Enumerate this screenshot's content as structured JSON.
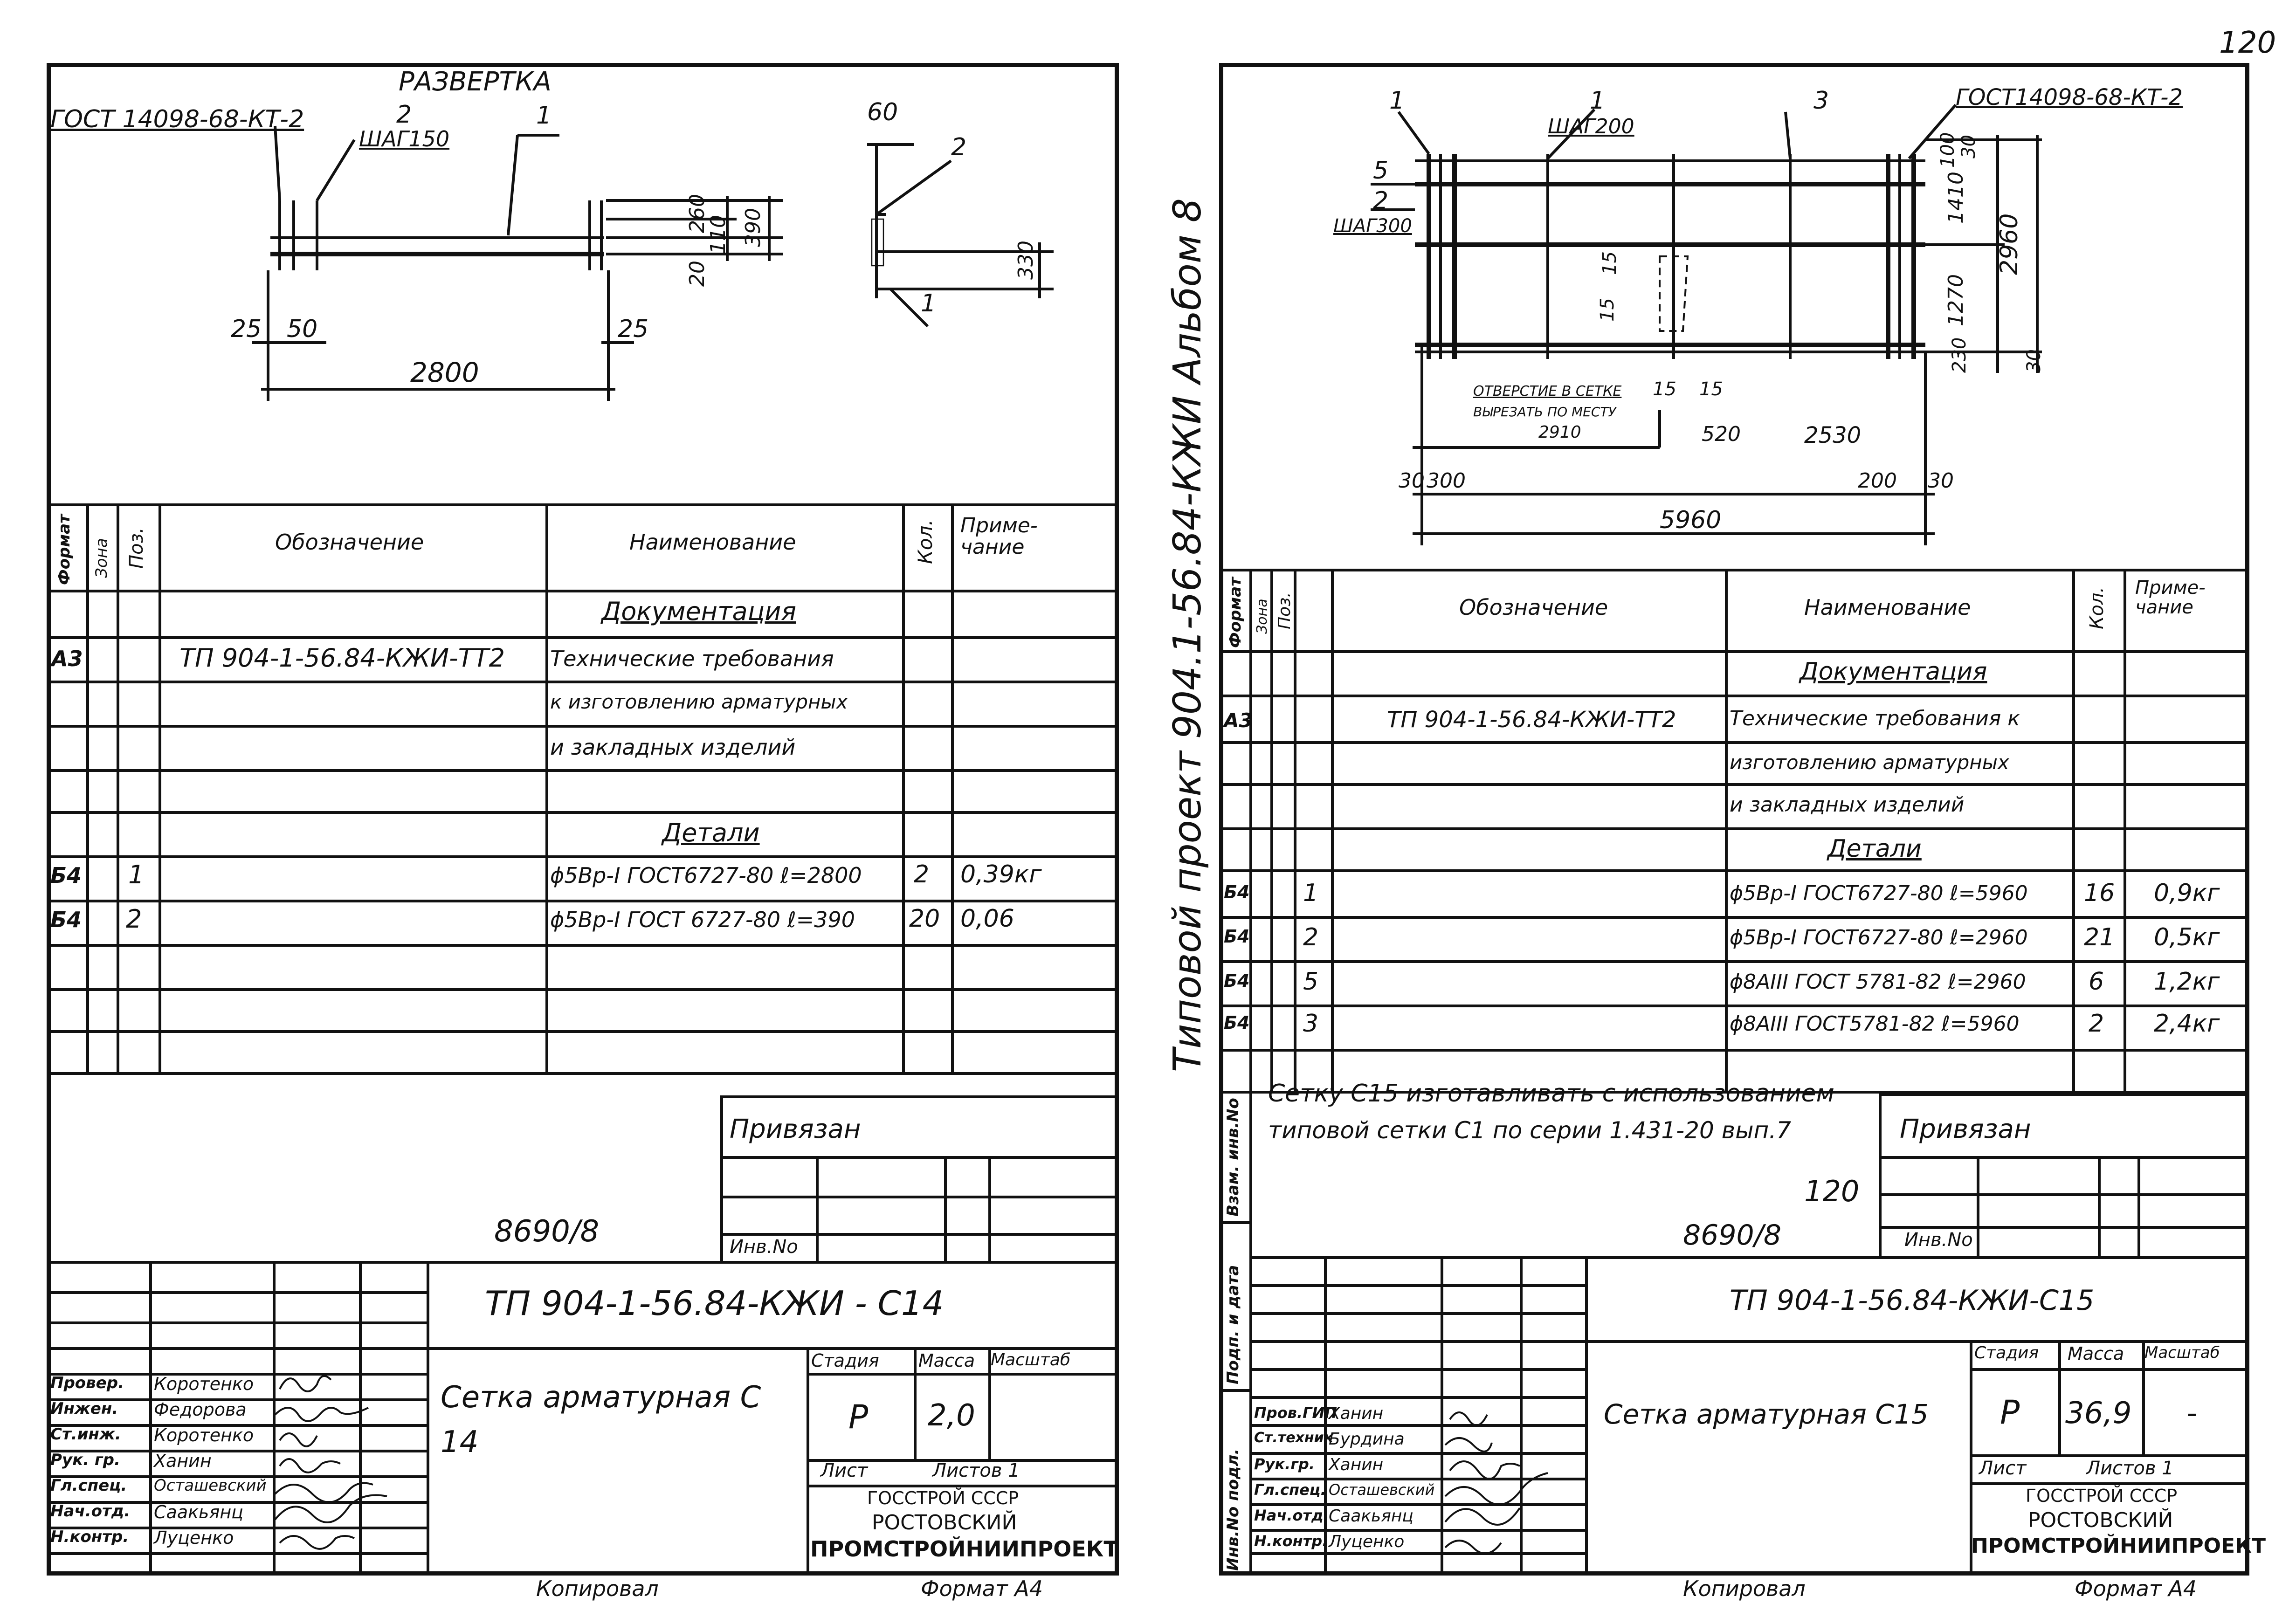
{
  "page_number": "120",
  "left_sheet": {
    "drawing": {
      "title": "РАЗВЕРТКА",
      "gost": "ГОСТ 14098-68-КТ-2",
      "pos2": "2",
      "step": "ШАГ150",
      "pos1": "1",
      "dims": [
        "25",
        "50",
        "2800",
        "25",
        "20",
        "110",
        "260",
        "390"
      ],
      "section": {
        "d60": "60",
        "pos2": "2",
        "d330": "330",
        "pos1": "1"
      }
    },
    "table": {
      "headers": {
        "format": "Формат",
        "zone": "Зона",
        "pos": "Поз.",
        "designation": "Обозначение",
        "name": "Наименование",
        "qty": "Кол.",
        "note": "Приме-чание"
      },
      "section_doc": "Документация",
      "doc_row": {
        "format": "А3",
        "designation": "ТП 904-1-56.84-КЖИ-ТТ2",
        "name_lines": [
          "Технические требования",
          "к изготовлению арматурных",
          "и закладных изделий"
        ]
      },
      "section_details": "Детали",
      "rows": [
        {
          "format": "Б4",
          "pos": "1",
          "name": "ϕ5Вр-I ГОСТ6727-80 ℓ=2800",
          "qty": "2",
          "note": "0,39кг"
        },
        {
          "format": "Б4",
          "pos": "2",
          "name": "ϕ5Вр-I ГОСТ 6727-80 ℓ=390",
          "qty": "20",
          "note": "0,06"
        }
      ]
    },
    "privyazan": "Привязан",
    "inv_no_label": "Инв.No",
    "archive": "8690/8",
    "stamp": {
      "code": "ТП 904-1-56.84-КЖИ - С14",
      "title": "Сетка арматурная С 14",
      "stage_label": "Стадия",
      "mass_label": "Масса",
      "scale_label": "Масштаб",
      "stage": "Р",
      "mass": "2,0",
      "scale": "",
      "sheet_label": "Лист",
      "sheets_label": "Листов 1",
      "org": [
        "ГОССТРОЙ СССР",
        "РОСТОВСКИЙ",
        "ПРОМСТРОЙНИИПРОЕКТ"
      ],
      "people": [
        {
          "role": "Провер.",
          "name": "Коротенко"
        },
        {
          "role": "Инжен.",
          "name": "Федорова"
        },
        {
          "role": "Ст.инж.",
          "name": "Коротенко"
        },
        {
          "role": "Рук. гр.",
          "name": "Ханин"
        },
        {
          "role": "Гл.спец.",
          "name": "Осташевский"
        },
        {
          "role": "Нач.отд.",
          "name": "Саакьянц"
        },
        {
          "role": "Н.контр.",
          "name": "Луценко"
        }
      ]
    },
    "copied": "Копировал",
    "format": "Формат А4"
  },
  "right_sheet": {
    "drawing": {
      "labels": {
        "p1a": "1",
        "p1b": "1",
        "p3": "3",
        "p5": "5",
        "p2": "2",
        "step200": "ШАГ200",
        "step300": "ШАГ300",
        "gost": "ГОСТ14098-68-КТ-2"
      },
      "dims": [
        "100",
        "30",
        "1410",
        "1270",
        "230",
        "30",
        "2960",
        "15",
        "15",
        "15",
        "15",
        "520",
        "2530",
        "30",
        "300",
        "200",
        "30",
        "5960"
      ],
      "hole_note": [
        "ОТВЕРСТИЕ В СЕТКЕ",
        "ВЫРЕЗАТЬ ПО МЕСТУ"
      ],
      "hole_dim": "2910"
    },
    "side_text": "Типовой проект 904.1-56.84-КЖИ Альбом 8",
    "table": {
      "headers": {
        "format": "Формат",
        "zone": "Зона",
        "pos": "Поз.",
        "designation": "Обозначение",
        "name": "Наименование",
        "qty": "Кол.",
        "note": "Приме-чание"
      },
      "section_doc": "Документация",
      "doc_row": {
        "format": "А3",
        "designation": "ТП 904-1-56.84-КЖИ-ТТ2",
        "name_lines": [
          "Технические требования к",
          "изготовлению арматурных",
          "и закладных изделий"
        ]
      },
      "section_details": "Детали",
      "rows": [
        {
          "format": "Б4",
          "pos": "1",
          "name": "ϕ5Вр-I ГОСТ6727-80 ℓ=5960",
          "qty": "16",
          "note": "0,9кг"
        },
        {
          "format": "Б4",
          "pos": "2",
          "name": "ϕ5Вр-I ГОСТ6727-80 ℓ=2960",
          "qty": "21",
          "note": "0,5кг"
        },
        {
          "format": "Б4",
          "pos": "5",
          "name": "ϕ8АIII ГОСТ 5781-82 ℓ=2960",
          "qty": "6",
          "note": "1,2кг"
        },
        {
          "format": "Б4",
          "pos": "3",
          "name": "ϕ8АIII ГОСТ5781-82 ℓ=5960",
          "qty": "2",
          "note": "2,4кг"
        }
      ]
    },
    "note_lines": [
      "Сетку С15 изготавливать с использованием",
      "типовой сетки С1 по серии 1.431-20 вып.7"
    ],
    "privyazan": "Привязан",
    "inv_no_label": "Инв.No",
    "page_ref": "120",
    "archive": "8690/8",
    "side_columns": [
      "Инв.No подл.",
      "Подп. и дата",
      "Взам. инв.No"
    ],
    "stamp": {
      "code": "ТП 904-1-56.84-КЖИ-С15",
      "title": "Сетка арматурная С15",
      "stage_label": "Стадия",
      "mass_label": "Масса",
      "scale_label": "Масштаб",
      "stage": "Р",
      "mass": "36,9",
      "scale": "-",
      "sheet_label": "Лист",
      "sheets_label": "Листов 1",
      "org": [
        "ГОССТРОЙ СССР",
        "РОСТОВСКИЙ",
        "ПРОМСТРОЙНИИПРОЕКТ"
      ],
      "people": [
        {
          "role": "Пров.ГИП",
          "name": "Ханин"
        },
        {
          "role": "Ст.техник",
          "name": "Бурдина"
        },
        {
          "role": "Рук.гр.",
          "name": "Ханин"
        },
        {
          "role": "Гл.спец.",
          "name": "Осташевский"
        },
        {
          "role": "Нач.отд.",
          "name": "Саакьянц"
        },
        {
          "role": "Н.контр.",
          "name": "Луценко"
        }
      ]
    },
    "copied": "Копировал",
    "format": "Формат А4"
  }
}
